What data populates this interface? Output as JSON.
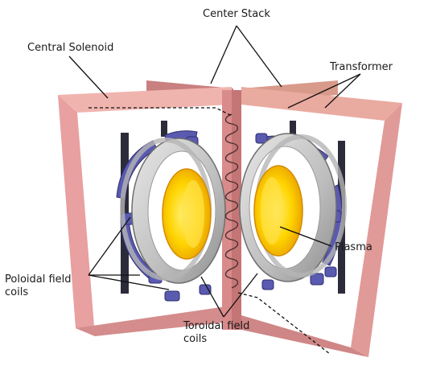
{
  "labels": {
    "center_stack": "Center Stack",
    "central_solenoid": "Central Solenoid",
    "transformer": "Transformer",
    "plasma": "Plasma",
    "poloidal_line1": "Poloidal field",
    "poloidal_line2": "coils",
    "toroidal_line1": "Toroidal field",
    "toroidal_line2": "coils"
  },
  "colors": {
    "transformer_frame": "#e9a3a3",
    "center_stack": "#d98b8b",
    "toroidal_coil": "#c9c9c9",
    "poloidal_coil": "#5a5ab0",
    "plasma_core": "#ffd400",
    "plasma_edge": "#f2a900",
    "solenoid_winding": "#5a3a3a"
  }
}
